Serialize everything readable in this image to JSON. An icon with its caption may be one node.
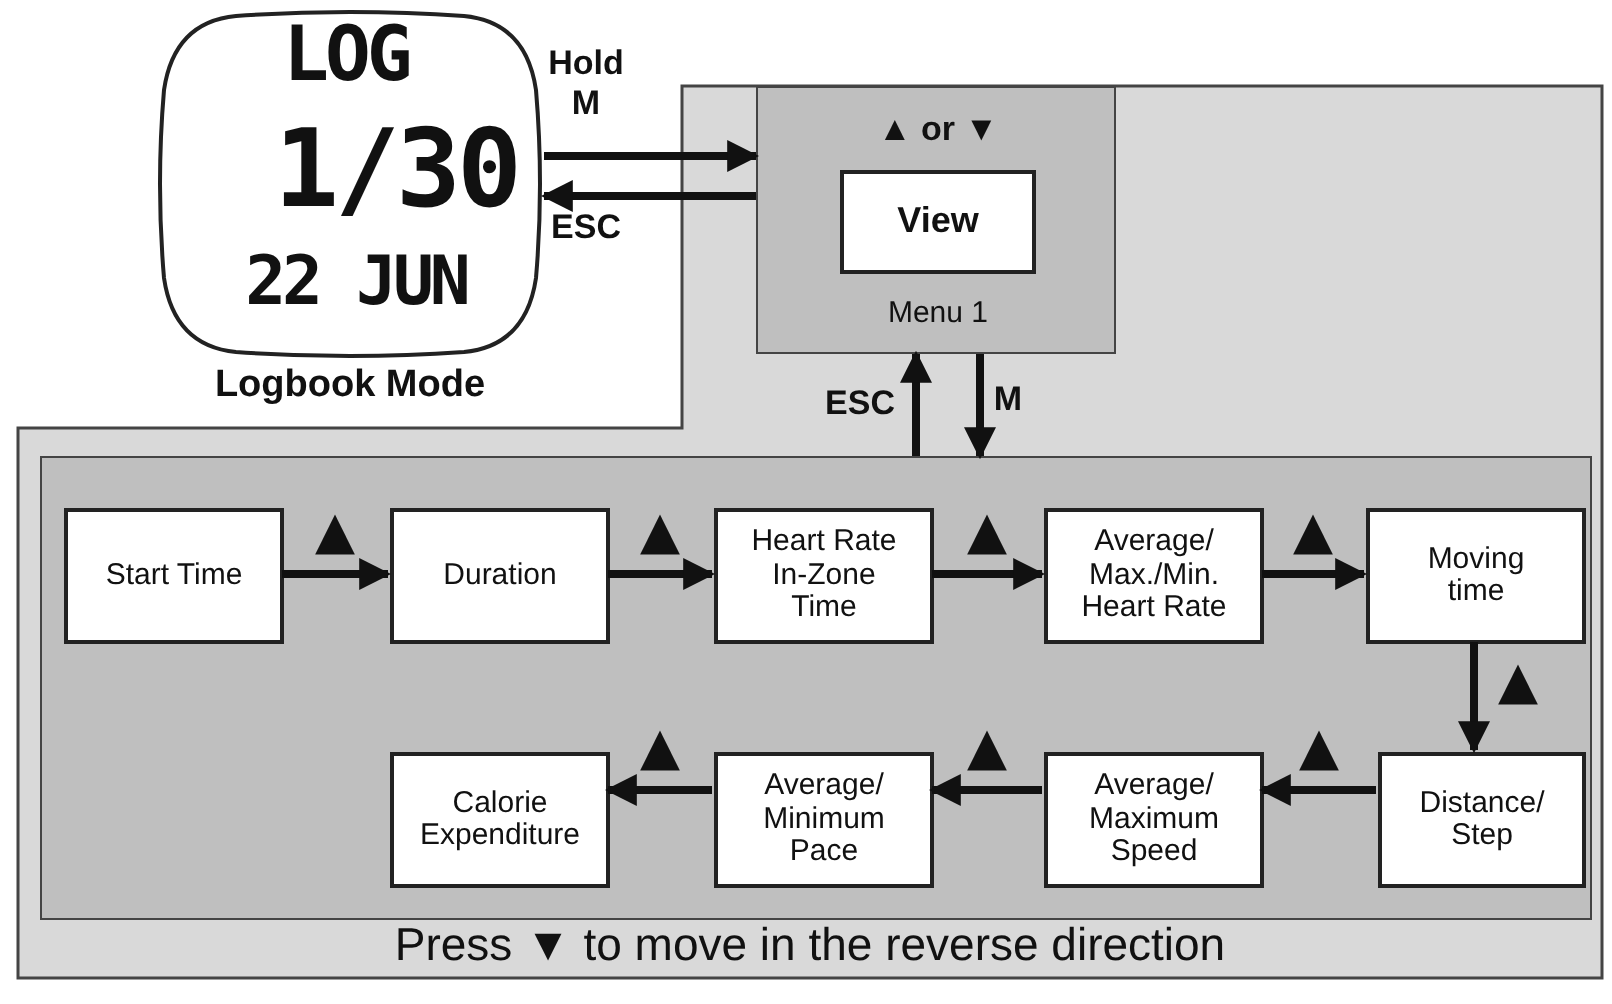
{
  "diagram": {
    "nodes": [
      {
        "text": [
          "LOG",
          "1/30",
          "22 JUN"
        ],
        "beside": [
          "Logbook Mode"
        ]
      },
      {
        "text": [
          "Press ▼ to move in the reverse direction"
        ]
      },
      {
        "text": [
          "▲ or ▼",
          "Menu 1"
        ],
        "in": 1
      },
      {
        "text": [
          "View"
        ],
        "in": 2
      },
      {
        "text": [],
        "shape": "box",
        "in": 1
      },
      {
        "text": [
          "Start Time"
        ],
        "in": 4
      },
      {
        "text": [
          "Duration"
        ],
        "in": 4
      },
      {
        "text": [
          "Heart Rate In-Zone Time"
        ],
        "in": 4
      },
      {
        "text": [
          "Average/ Max./Min. Heart Rate"
        ],
        "in": 4
      },
      {
        "text": [
          "Moving time"
        ],
        "in": 4
      },
      {
        "text": [
          "Calorie Expenditure"
        ],
        "in": 4
      },
      {
        "text": [
          "Average/ Minimum Pace"
        ],
        "in": 4
      },
      {
        "text": [
          "Average/ Maximum Speed"
        ],
        "in": 4
      },
      {
        "text": [
          "Distance/ Step"
        ],
        "in": 4
      }
    ],
    "edges": [
      {
        "from": 0,
        "to": 2,
        "arrow": "to",
        "label": "Hold M"
      },
      {
        "from": 2,
        "to": 0,
        "arrow": "to",
        "label": "ESC"
      },
      {
        "from": 4,
        "to": 2,
        "arrow": "to",
        "label": "ESC"
      },
      {
        "from": 2,
        "to": 4,
        "arrow": "to",
        "label": "M"
      },
      {
        "from": 5,
        "to": 6,
        "arrow": "to",
        "label": "▲"
      },
      {
        "from": 6,
        "to": 7,
        "arrow": "to",
        "label": "▲"
      },
      {
        "from": 7,
        "to": 8,
        "arrow": "to",
        "label": "▲"
      },
      {
        "from": 8,
        "to": 9,
        "arrow": "to",
        "label": "▲"
      },
      {
        "from": 9,
        "to": 13,
        "arrow": "to",
        "label": "▲"
      },
      {
        "from": 13,
        "to": 12,
        "arrow": "to",
        "label": "▲"
      },
      {
        "from": 12,
        "to": 11,
        "arrow": "to",
        "label": "▲"
      },
      {
        "from": 11,
        "to": 10,
        "arrow": "to",
        "label": "▲"
      }
    ]
  }
}
